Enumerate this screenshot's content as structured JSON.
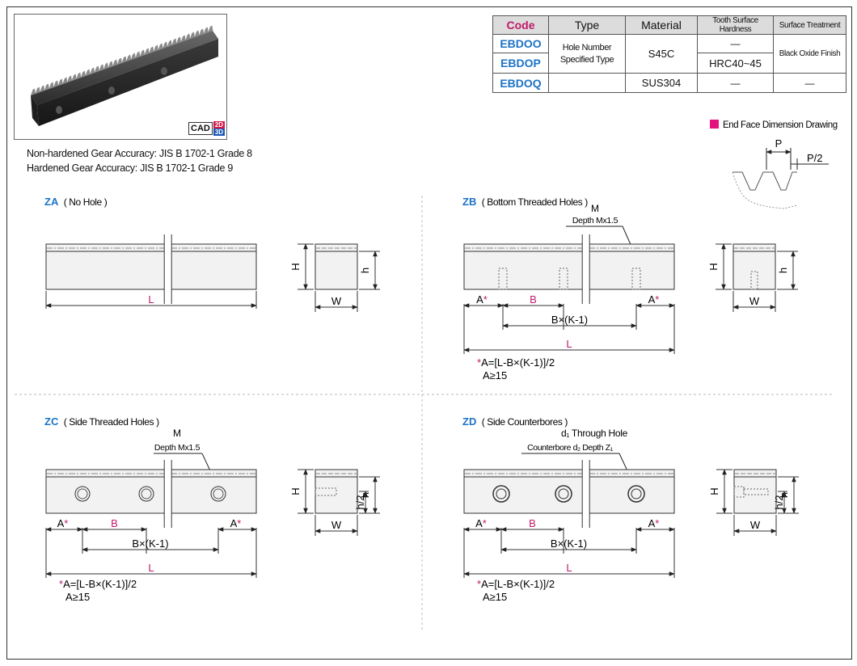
{
  "table": {
    "headers": [
      "Code",
      "Type",
      "Material",
      "Tooth Surface Hardness",
      "Surface Treatment"
    ],
    "codes": [
      "EBDOO",
      "EBDOP",
      "EBDOQ"
    ],
    "type": [
      "Hole Number",
      "Specified Type"
    ],
    "materials": [
      "S45C",
      "SUS304"
    ],
    "hardness": [
      "—",
      "HRC40~45",
      "—"
    ],
    "treatment": [
      "Black Oxide Finish",
      "—"
    ]
  },
  "accuracy": {
    "line1": "Non-hardened Gear Accuracy: JIS B 1702-1 Grade 8",
    "line2": "Hardened Gear Accuracy: JIS B 1702-1 Grade 9"
  },
  "cad_badge": {
    "label": "CAD",
    "d2": "2D",
    "d3": "3D"
  },
  "end_face": {
    "title": "End Face Dimension Drawing",
    "p": "P",
    "p2": "P/2",
    "marker_color": "#e4127d"
  },
  "colors": {
    "code": "#1c73c6",
    "accent": "#c01a6a",
    "header_bg": "#dcdcdc"
  },
  "views": {
    "za": {
      "code": "ZA",
      "desc": "( No Hole )"
    },
    "zb": {
      "code": "ZB",
      "desc": "( Bottom Threaded Holes )",
      "callout1": "M",
      "callout2": "Depth Mx1.5"
    },
    "zc": {
      "code": "ZC",
      "desc": "( Side Threaded Holes )",
      "callout1": "M",
      "callout2": "Depth Mx1.5"
    },
    "zd": {
      "code": "ZD",
      "desc": "( Side Counterbores )",
      "callout1": "d₁ Through Hole",
      "callout2": "Counterbore d₂ Depth Z₁"
    }
  },
  "dims": {
    "L": "L",
    "H": "H",
    "h": "h",
    "W": "W",
    "half_h": "h/2",
    "A": "A",
    "star": "*",
    "B": "B",
    "BK": "B×(K-1)"
  },
  "formulas": {
    "a_formula": "A=[L-B×(K-1)]/2",
    "a_min": "A≥15"
  }
}
